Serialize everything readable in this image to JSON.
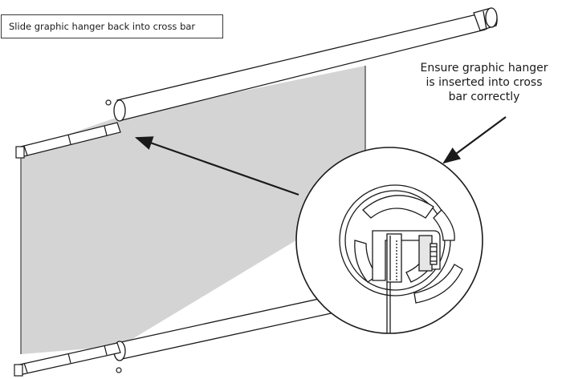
{
  "instruction": {
    "label": "Slide graphic hanger back into cross bar"
  },
  "note": {
    "lines": [
      "Ensure graphic hanger",
      "is inserted into cross",
      "bar correctly"
    ]
  },
  "colors": {
    "outline": "#1a1a1a",
    "graphic_fill": "#d4d4d4",
    "background": "#ffffff"
  },
  "icons": {
    "instruction_arrow": "arrow-left-up-icon",
    "note_arrow": "arrow-down-left-icon"
  }
}
